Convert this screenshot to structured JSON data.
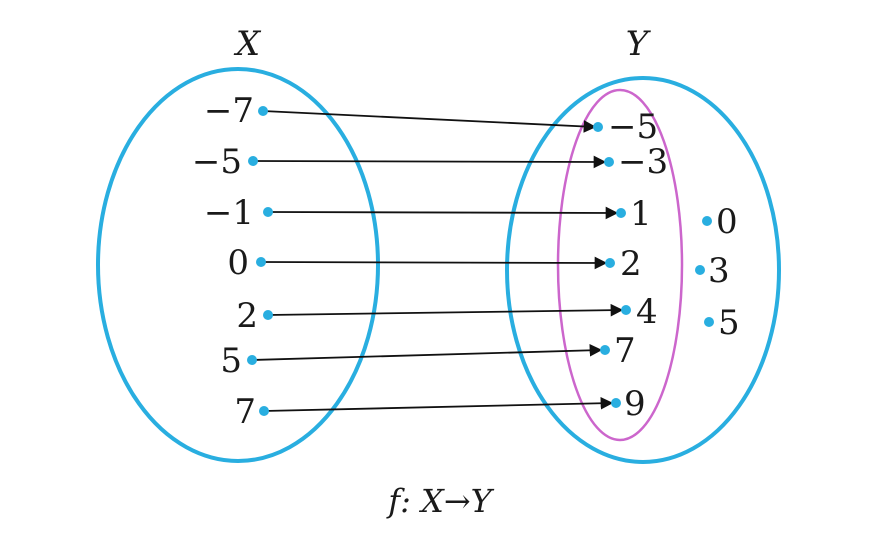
{
  "sets": {
    "domain_name": "X",
    "codomain_name": "Y"
  },
  "domain_elements": [
    "−7",
    "−5",
    "−1",
    "0",
    "2",
    "5",
    "7"
  ],
  "range_elements": [
    "−5",
    "−3",
    "1",
    "2",
    "4",
    "7",
    "9"
  ],
  "extra_codomain_elements": [
    "0",
    "3",
    "5"
  ],
  "caption": "f: X→Y",
  "colors": {
    "set_outline": "#29aee0",
    "range_outline": "#cc66cc",
    "dot": "#29aee0",
    "arrow": "#111111"
  }
}
